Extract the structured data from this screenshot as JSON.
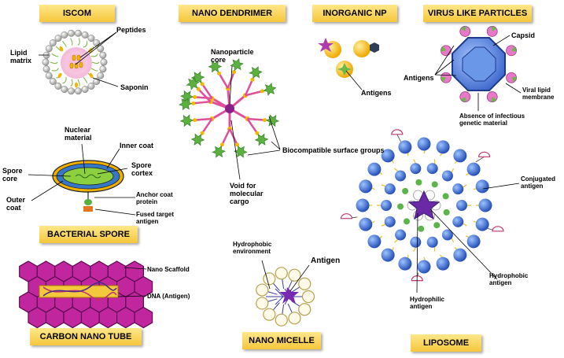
{
  "banners": {
    "iscom": "ISCOM",
    "nano_dendrimer": "NANO DENDRIMER",
    "inorganic_np": "INORGANIC NP",
    "virus_like_particles": "VIRUS LIKE PARTICLES",
    "bacterial_spore": "BACTERIAL SPORE",
    "carbon_nano_tube": "CARBON NANO TUBE",
    "nano_micelle": "NANO MICELLE",
    "liposome": "LIPOSOME"
  },
  "labels": {
    "peptides": "Peptides",
    "lipid_matrix": "Lipid matrix",
    "saponin": "Saponin",
    "nanoparticle_core": "Nanoparticle core",
    "biocompatible_surface_groups": "Biocompatible surface groups",
    "void_for_molecular_cargo": "Void for molecular cargo",
    "np_antigens": "Antigens",
    "vlp_antigens": "Antigens",
    "capsid": "Capsid",
    "viral_lipid_membrane": "Viral lipid membrane",
    "absence_of_infectious_genetic_material": "Absence of infectious genetic material",
    "nuclear_material": "Nuclear material",
    "inner_coat": "Inner coat",
    "spore_core": "Spore core",
    "spore_cortex": "Spore cortex",
    "outer_coat": "Outer coat",
    "anchor_coat_protein": "Anchor coat protein",
    "fused_target_antigen": "Fused target antigen",
    "nano_scaffold": "Nano Scaffold",
    "dna_antigen": "DNA (Antigen)",
    "hydrophobic_environment": "Hydrophobic environment",
    "micelle_antigen": "Antigen",
    "conjugated_antigen": "Conjugated antigen",
    "hydrophobic_antigen": "Hydrophobic antigen",
    "hydrophilic_antigen": "Hydrophilic antigen"
  },
  "colors": {
    "banner": "#f5c63c",
    "dendrimer_branch": "#e0509a",
    "dendrimer_star": "#5bb040",
    "capsid": "#4f7fe0",
    "liposome_head": "#3f6fd0",
    "nanotube": "#cc2fa8"
  }
}
